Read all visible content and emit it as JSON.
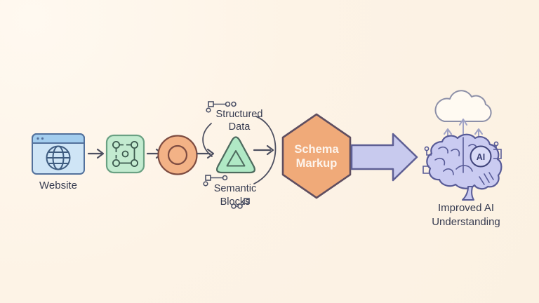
{
  "palette": {
    "background": "#fdf3e6",
    "background_highlight": "#fff9f0",
    "browser_body_fill": "#cfe5f6",
    "browser_header_fill": "#a3cdee",
    "browser_stroke": "#53719c",
    "node_grid_fill": "#c3ebd0",
    "node_grid_stroke": "#6aa183",
    "triangle_fill": "#b0e9c5",
    "triangle_stroke": "#4e6b5e",
    "donut_fill": "#f3b286",
    "donut_stroke": "#7e4c41",
    "hexagon_fill": "#f0aa79",
    "hexagon_stroke": "#5f4e60",
    "hexagon_text": "#fdf4ec",
    "block_arrow_fill": "#c8caee",
    "block_arrow_stroke": "#5e5f94",
    "brain_fill": "#cacbf1",
    "brain_stroke": "#585b97",
    "cloud_stroke": "#8d90a8",
    "up_arrow_stroke": "#9fa2c6",
    "connector_stroke": "#4d4f60",
    "label_text": "#363b50"
  },
  "nodes": {
    "website": {
      "label": "Website",
      "icon": "browser-globe-icon"
    },
    "structure": {
      "icon": "node-grid-icon"
    },
    "target": {
      "icon": "donut-circle-icon"
    },
    "extraction": {
      "icon": "triangle-icon"
    },
    "structured_data": {
      "line1": "Structured",
      "line2": "Data"
    },
    "semantic_blocks": {
      "line1": "Semantic",
      "line2": "Blocks"
    },
    "schema_markup": {
      "line1": "Schema",
      "line2": "Markup"
    },
    "outcome": {
      "badge": "AI",
      "line1": "Improved AI",
      "line2": "Understanding",
      "icon": "brain-ai-icon"
    }
  }
}
